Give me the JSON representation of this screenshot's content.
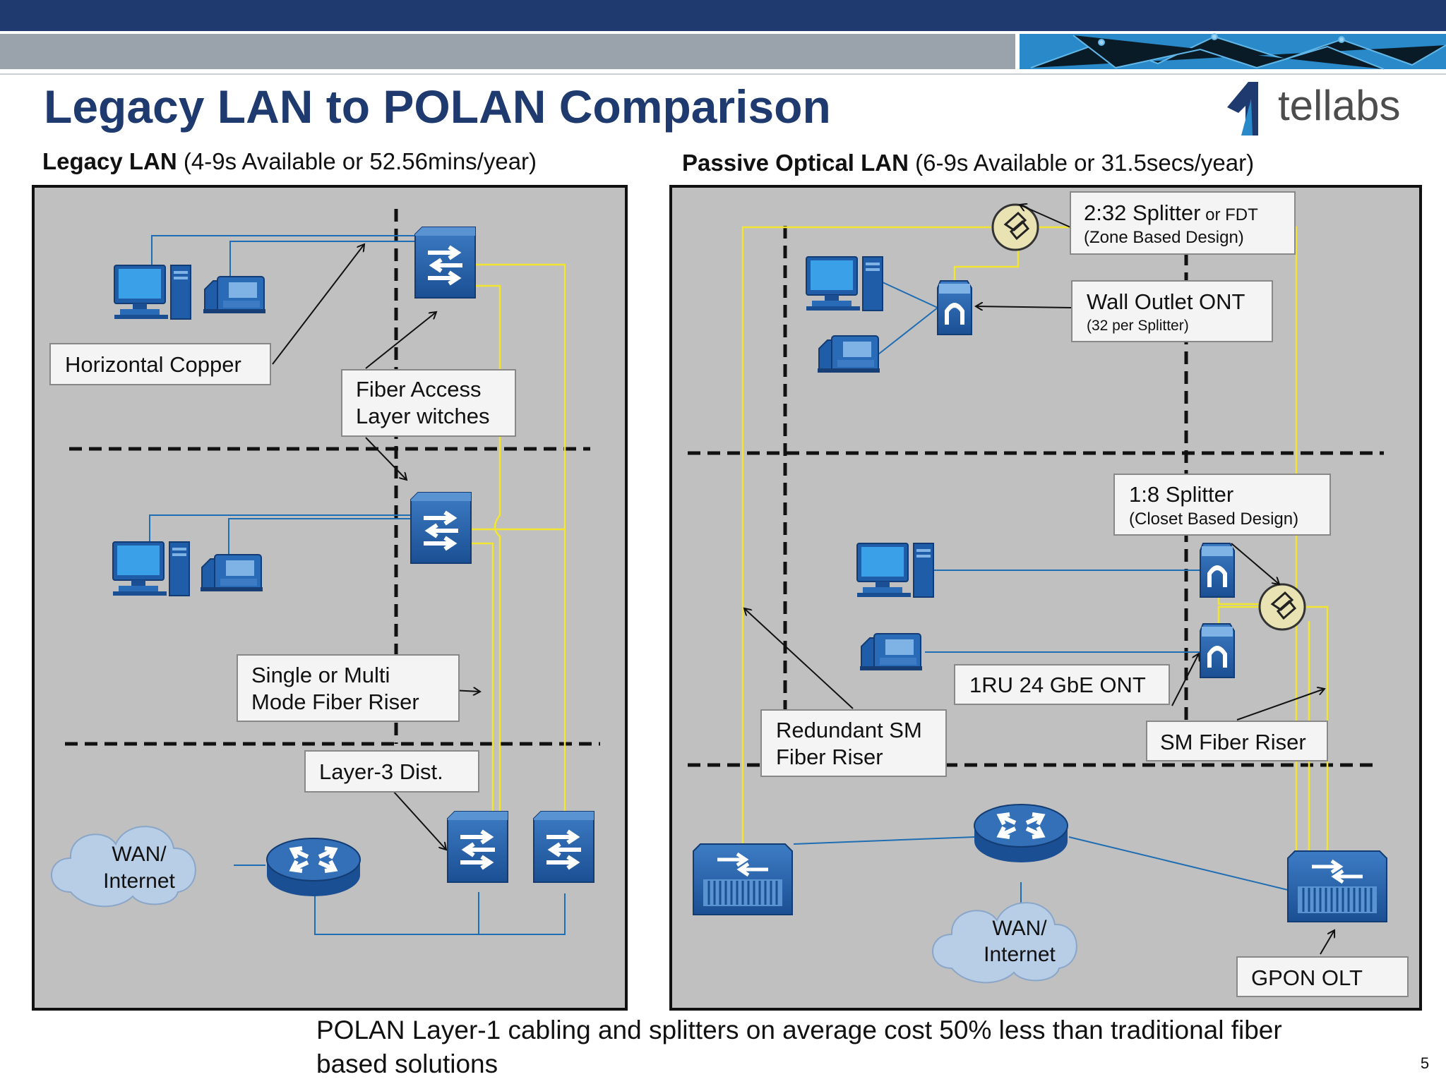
{
  "slide": {
    "title": "Legacy LAN to POLAN Comparison",
    "logo_text": "tellabs",
    "page_number": "5",
    "footer_line1": "POLAN Layer-1 cabling and splitters on average cost 50% less than traditional fiber",
    "footer_line2": "based solutions"
  },
  "colors": {
    "banner": "#1e3a6e",
    "subbanner": "#9aa3ab",
    "panel_bg": "#c0c0c0",
    "copper": "#1f6db3",
    "fiber": "#f2e531",
    "device": "#1f5da8"
  },
  "legacy": {
    "heading_bold": "Legacy LAN",
    "heading_rest": " (4-9s Available or 52.56mins/year)",
    "horizontal_copper": "Horizontal Copper",
    "fiber_access_line1": "Fiber Access",
    "fiber_access_line2": "Layer witches",
    "riser_line1": "Single or Multi",
    "riser_line2": "Mode Fiber Riser",
    "layer3": "Layer-3 Dist.",
    "wan_line1": "WAN/",
    "wan_line2": "Internet"
  },
  "polan": {
    "heading_bold": "Passive Optical LAN",
    "heading_rest": " (6-9s Available or 31.5secs/year)",
    "splitter_line1_main": "2:32 Splitter",
    "splitter_line1_small": " or FDT",
    "splitter_line2": "(Zone Based Design)",
    "ont_line1": "Wall Outlet ONT",
    "ont_line2": "(32 per Splitter)",
    "closet_line1": "1:8 Splitter",
    "closet_line2": "(Closet Based Design)",
    "ont_1ru": "1RU 24 GbE ONT",
    "redundant_line1": "Redundant SM",
    "redundant_line2": "Fiber Riser",
    "sm_riser": "SM Fiber Riser",
    "gpon_olt": "GPON OLT",
    "wan_line1": "WAN/",
    "wan_line2": "Internet"
  }
}
